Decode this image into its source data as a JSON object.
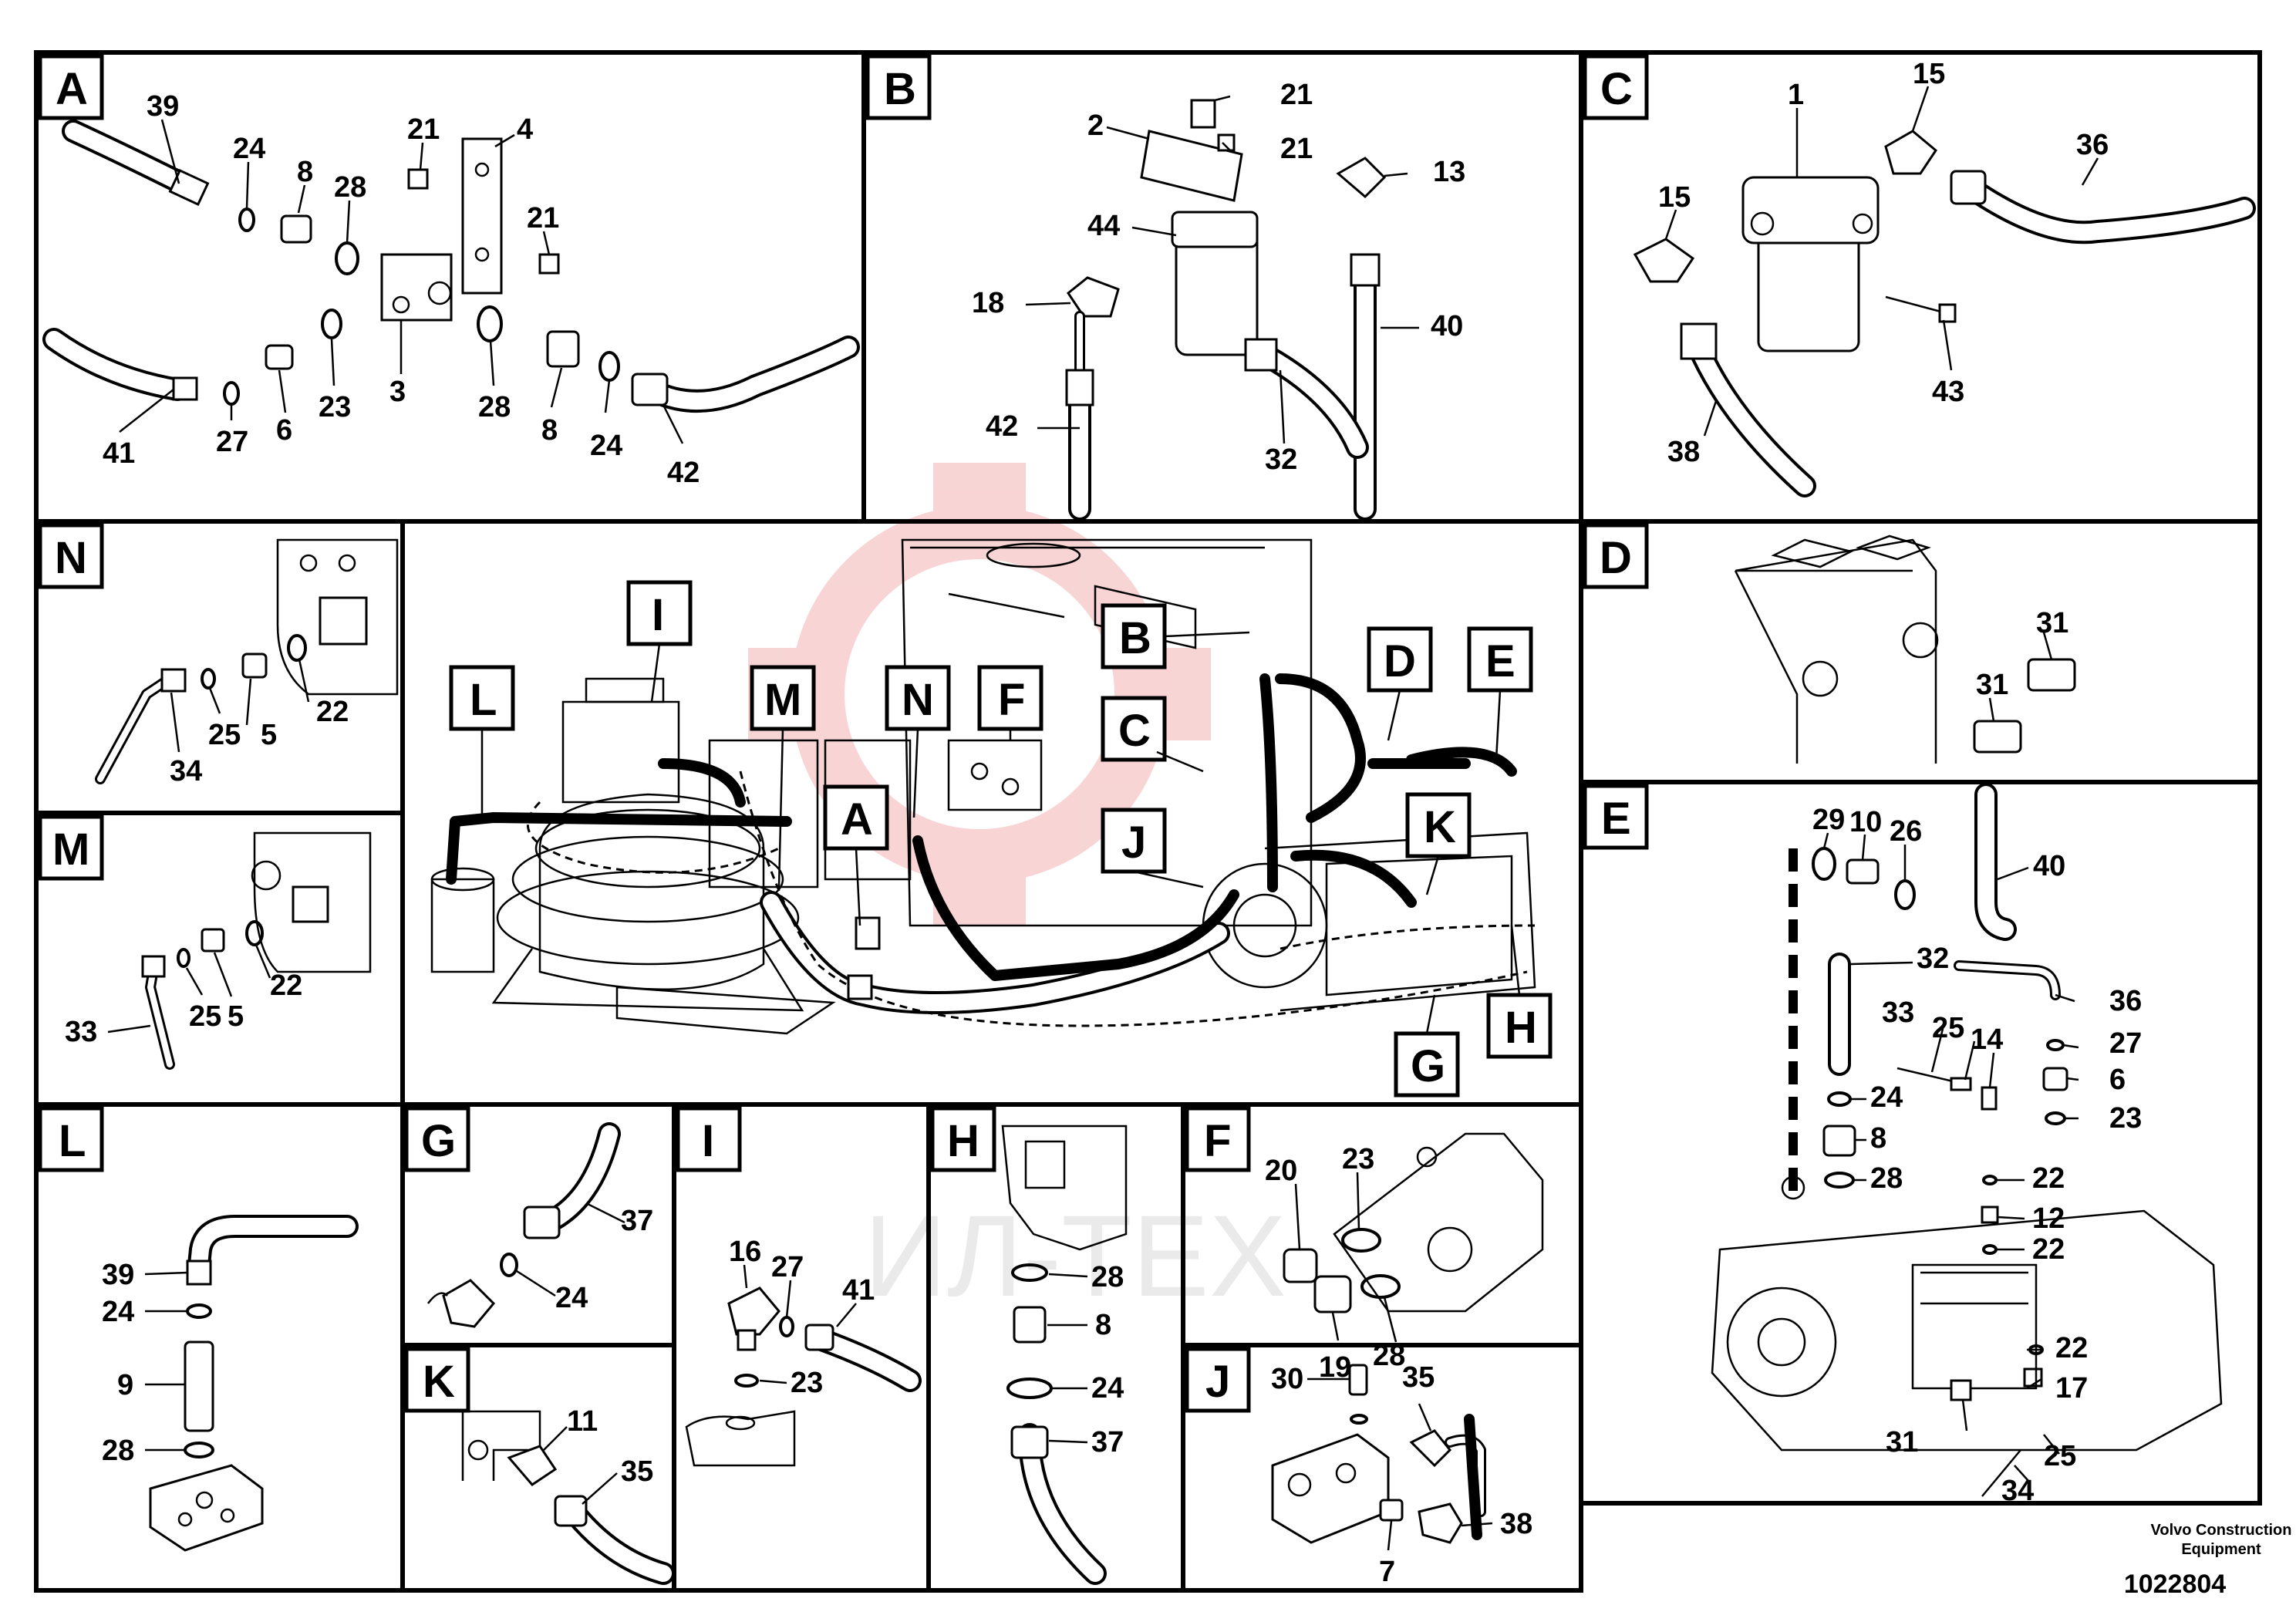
{
  "footer": {
    "company_line1": "Volvo Construction",
    "company_line2": "Equipment",
    "drawing_number": "1022804"
  },
  "panels": {
    "A": {
      "letter": "A",
      "labels": [
        "39",
        "24",
        "8",
        "28",
        "21",
        "4",
        "21",
        "41",
        "27",
        "6",
        "23",
        "3",
        "28",
        "8",
        "24",
        "42"
      ]
    },
    "B": {
      "letter": "B",
      "labels": [
        "2",
        "21",
        "21",
        "13",
        "44",
        "18",
        "40",
        "42",
        "32"
      ]
    },
    "C": {
      "letter": "C",
      "labels": [
        "1",
        "15",
        "36",
        "15",
        "43",
        "38"
      ]
    },
    "D": {
      "letter": "D",
      "labels": [
        "31",
        "31"
      ]
    },
    "E": {
      "letter": "E",
      "labels": [
        "29",
        "10",
        "26",
        "40",
        "32",
        "36",
        "33",
        "25",
        "14",
        "27",
        "24",
        "6",
        "23",
        "8",
        "28",
        "22",
        "12",
        "22",
        "22",
        "17",
        "31",
        "25",
        "34"
      ]
    },
    "F": {
      "letter": "F",
      "labels": [
        "23",
        "20",
        "19",
        "28"
      ]
    },
    "G": {
      "letter": "G",
      "labels": [
        "37",
        "24"
      ]
    },
    "H": {
      "letter": "H",
      "labels": [
        "28",
        "8",
        "24",
        "37"
      ]
    },
    "I": {
      "letter": "I",
      "labels": [
        "16",
        "27",
        "41",
        "23"
      ]
    },
    "J": {
      "letter": "J",
      "labels": [
        "30",
        "35",
        "38",
        "7"
      ]
    },
    "K": {
      "letter": "K",
      "labels": [
        "11",
        "35"
      ]
    },
    "L": {
      "letter": "L",
      "labels": [
        "39",
        "24",
        "9",
        "28"
      ]
    },
    "M": {
      "letter": "M",
      "labels": [
        "22",
        "25",
        "5",
        "33"
      ]
    },
    "N": {
      "letter": "N",
      "labels": [
        "22",
        "25",
        "5",
        "34"
      ]
    }
  },
  "overview_callouts": [
    "I",
    "L",
    "M",
    "N",
    "F",
    "B",
    "C",
    "D",
    "E",
    "A",
    "J",
    "K",
    "H",
    "G"
  ],
  "watermark": "ИЛ-ТЕХ"
}
